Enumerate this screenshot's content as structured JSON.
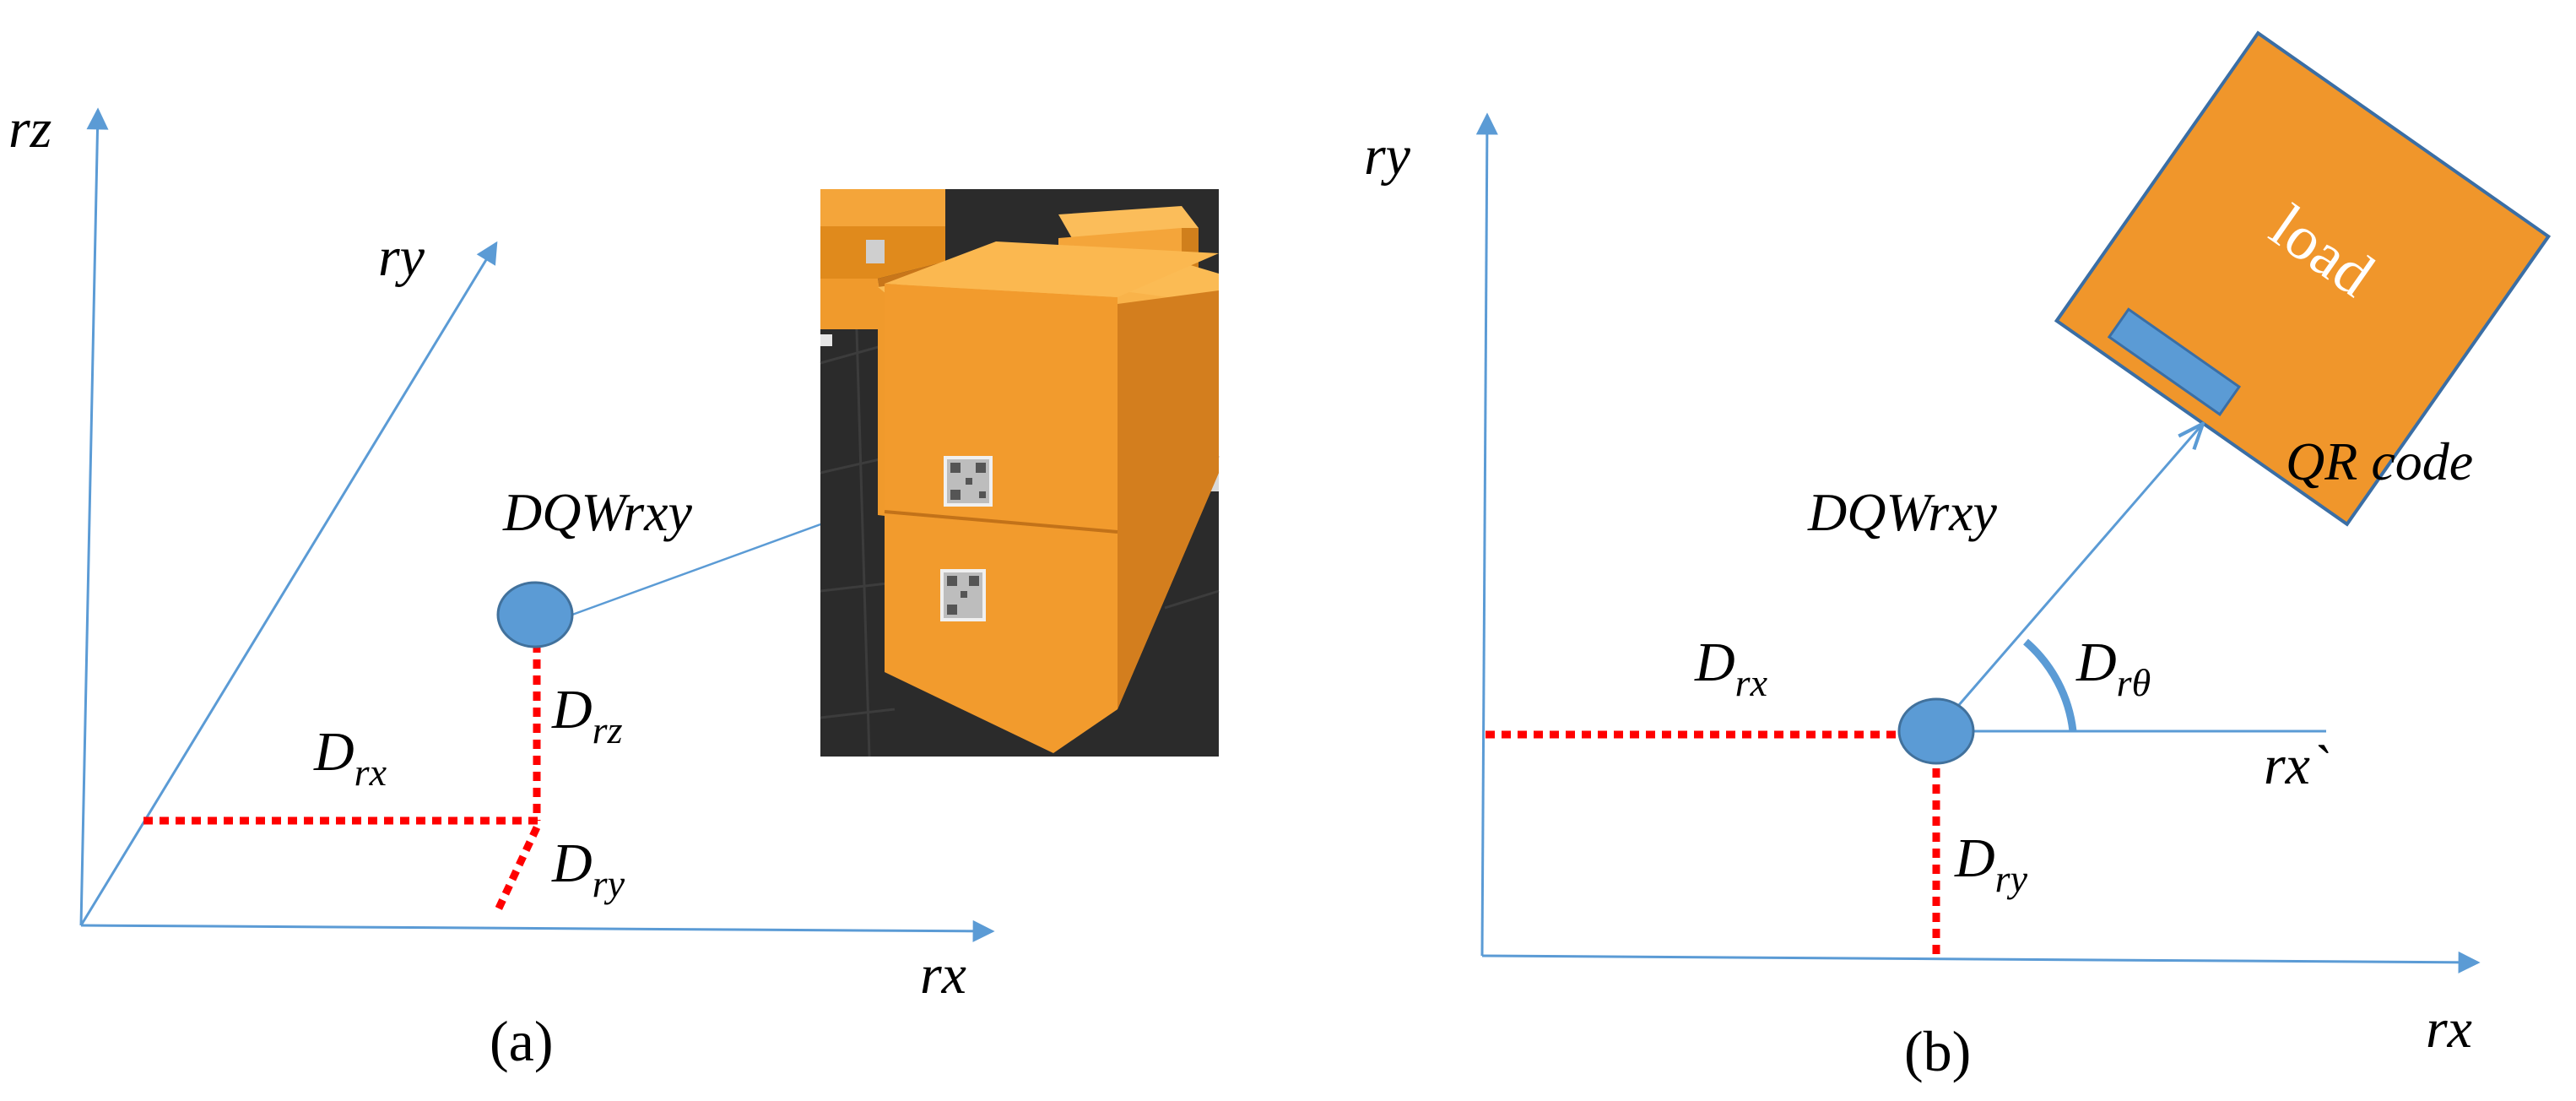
{
  "colors": {
    "axis": "#5b9bd5",
    "marker": "#5b9bd5",
    "marker_edge": "#41719c",
    "offset": "#ff0000",
    "load": "#f0962b",
    "load_edge": "#3a6ea5",
    "photo_bg": "#2b2b2b",
    "label": "#000000",
    "label_on_load": "#ffffff"
  },
  "panel_a": {
    "caption": "(a)",
    "axis_x": "rx",
    "axis_y": "ry",
    "axis_z": "rz",
    "marker_label": "DQWrxy",
    "d_rx": {
      "main": "D",
      "sub": "rx"
    },
    "d_rz": {
      "main": "D",
      "sub": "rz"
    },
    "d_ry": {
      "main": "D",
      "sub": "ry"
    },
    "photo_icon": "boxes-with-qr-codes-photo"
  },
  "panel_b": {
    "caption": "(b)",
    "axis_x": "rx",
    "axis_y": "ry",
    "axis_x_prime": "rx`",
    "marker_label": "DQWrxy",
    "d_rx": {
      "main": "D",
      "sub": "rx"
    },
    "d_ry": {
      "main": "D",
      "sub": "ry"
    },
    "d_rtheta": {
      "main": "D",
      "sub": "rθ"
    },
    "load_label": "load",
    "qr_label": "QR code"
  }
}
